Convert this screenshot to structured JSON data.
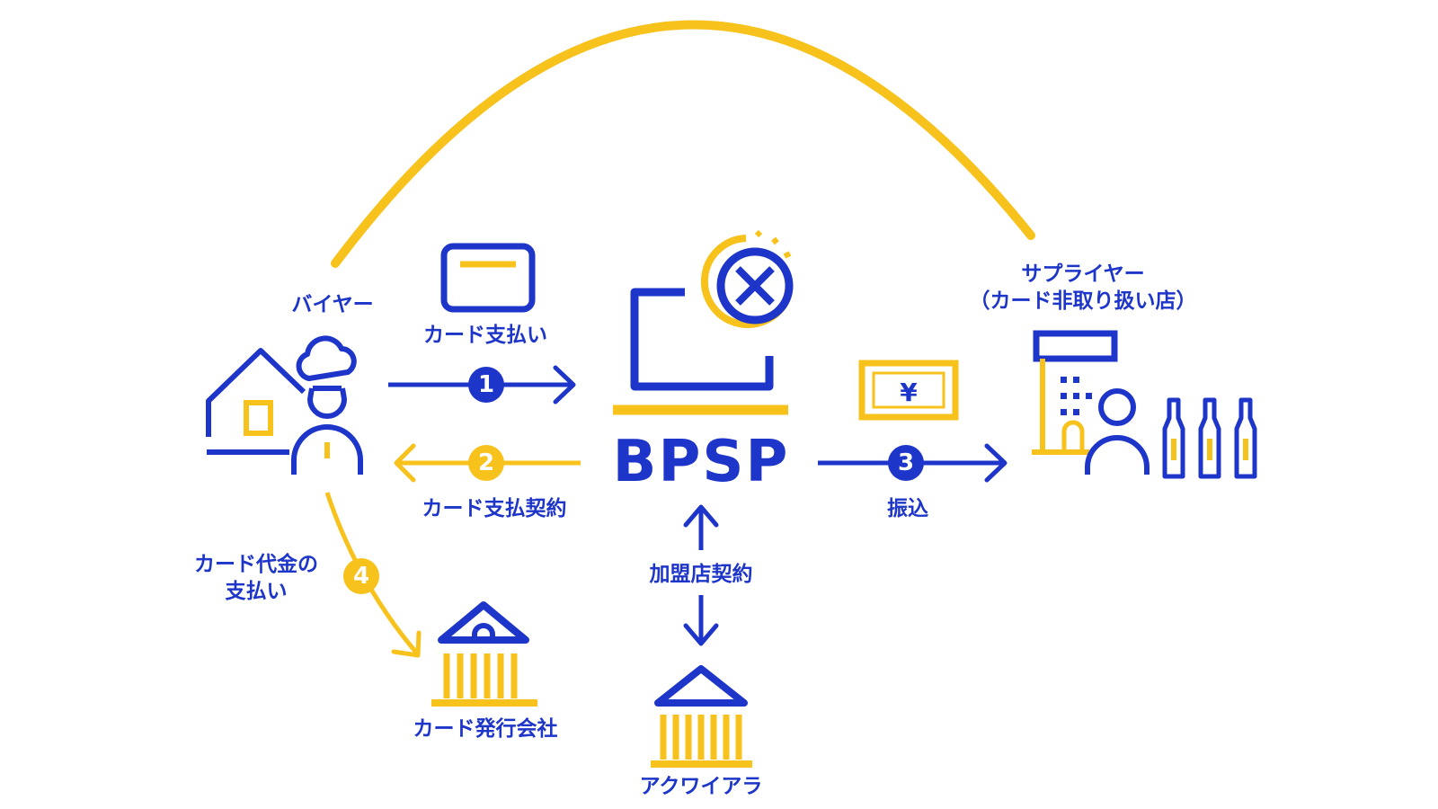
{
  "colors": {
    "blue": "#1e35c9",
    "yellow": "#f7c21c"
  },
  "hub": {
    "label": "BPSP"
  },
  "buyer": {
    "label": "バイヤー"
  },
  "supplier": {
    "label_line1": "サプライヤー",
    "label_line2": "（カード非取り扱い店）"
  },
  "issuer": {
    "label": "カード発行会社"
  },
  "acquirer": {
    "label": "アクワイアラ"
  },
  "flows": {
    "f1": {
      "step": "1",
      "label": "カード支払い"
    },
    "f2": {
      "step": "2",
      "label": "カード支払契約"
    },
    "f3": {
      "step": "3",
      "label": "振込"
    },
    "f4": {
      "step": "4",
      "label_line1": "カード代金の",
      "label_line2": "支払い"
    },
    "merchant": {
      "label": "加盟店契約"
    }
  },
  "icons": {
    "card": "credit-card-icon",
    "yen": "yen-banknote-icon",
    "laptop": "laptop-globe-icon",
    "buyer": "chef-house-icon",
    "supplier": "store-person-bottles-icon",
    "bank": "bank-icon"
  }
}
